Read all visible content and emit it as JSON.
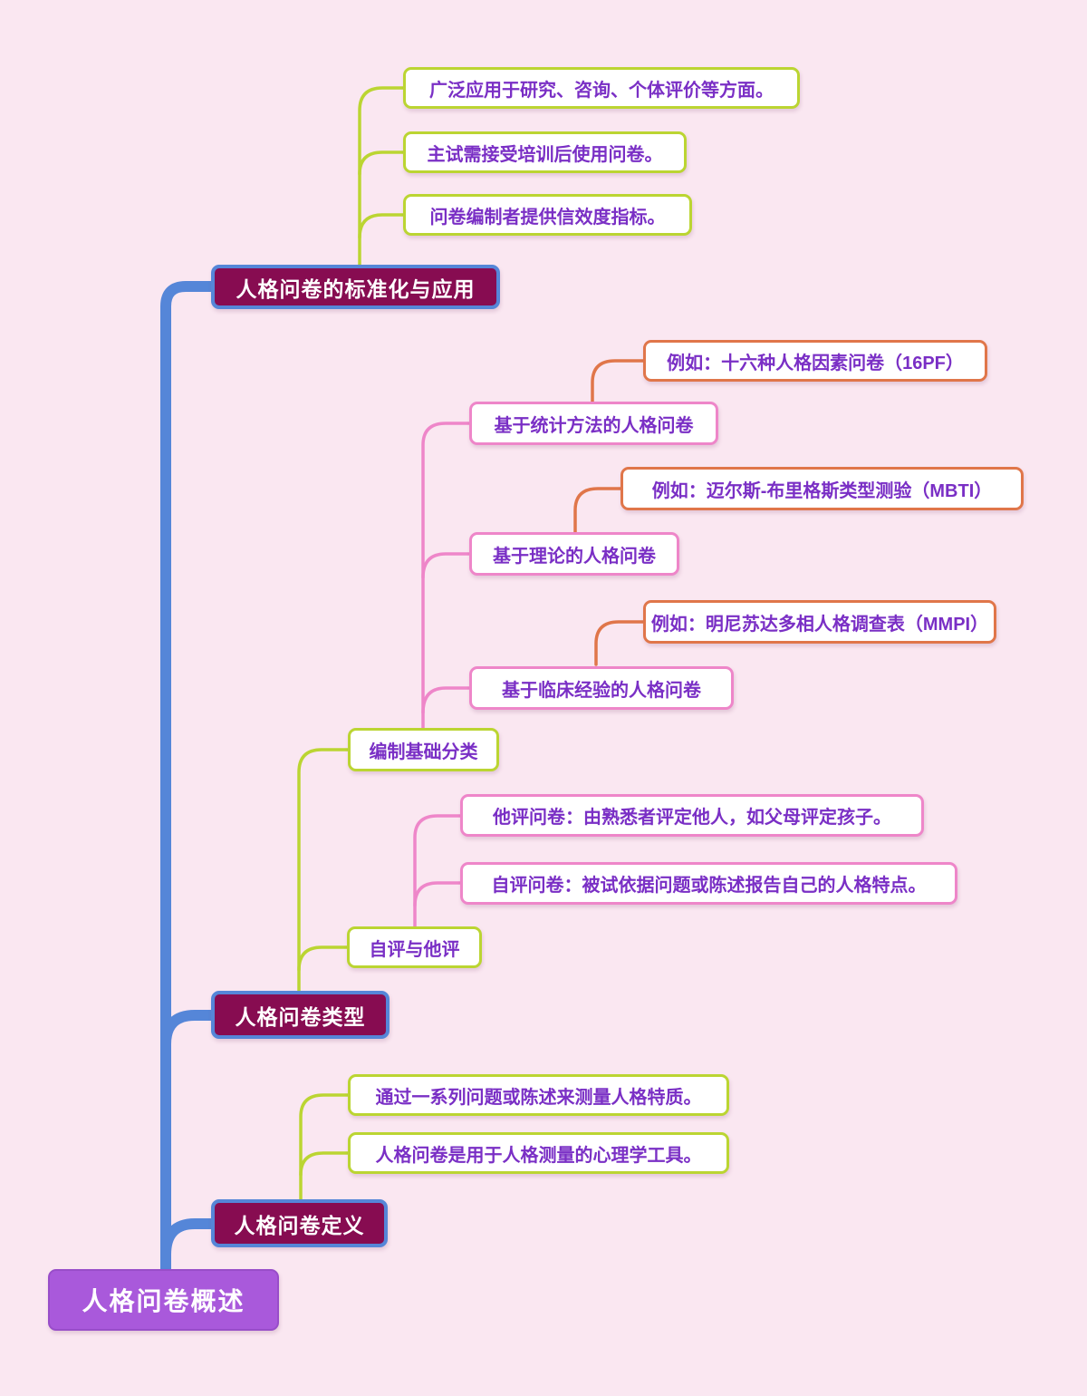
{
  "colors": {
    "background": "#FAE7F1",
    "trunk_blue": "#5586D8",
    "branch_node_fill": "#870C51",
    "root_node_fill": "#A959DB",
    "green_accent": "#BBD532",
    "pink_accent": "#EE86C9",
    "orange_accent": "#E0764A",
    "node_text_purple": "#7A2FC5"
  },
  "mindmap": {
    "root": {
      "label": "人格问卷概述"
    },
    "branches": [
      {
        "label": "人格问卷的标准化与应用",
        "children": [
          {
            "label": "广泛应用于研究、咨询、个体评价等方面。"
          },
          {
            "label": "主试需接受培训后使用问卷。"
          },
          {
            "label": "问卷编制者提供信效度指标。"
          }
        ]
      },
      {
        "label": "人格问卷类型",
        "children": [
          {
            "label": "编制基础分类",
            "children": [
              {
                "label": "基于统计方法的人格问卷",
                "children": [
                  {
                    "label": "例如：十六种人格因素问卷（16PF）"
                  }
                ]
              },
              {
                "label": "基于理论的人格问卷",
                "children": [
                  {
                    "label": "例如：迈尔斯-布里格斯类型测验（MBTI）"
                  }
                ]
              },
              {
                "label": "基于临床经验的人格问卷",
                "children": [
                  {
                    "label": "例如：明尼苏达多相人格调查表（MMPI）"
                  }
                ]
              }
            ]
          },
          {
            "label": "自评与他评",
            "children": [
              {
                "label": "他评问卷：由熟悉者评定他人，如父母评定孩子。"
              },
              {
                "label": "自评问卷：被试依据问题或陈述报告自己的人格特点。"
              }
            ]
          }
        ]
      },
      {
        "label": "人格问卷定义",
        "children": [
          {
            "label": "通过一系列问题或陈述来测量人格特质。"
          },
          {
            "label": "人格问卷是用于人格测量的心理学工具。"
          }
        ]
      }
    ]
  }
}
